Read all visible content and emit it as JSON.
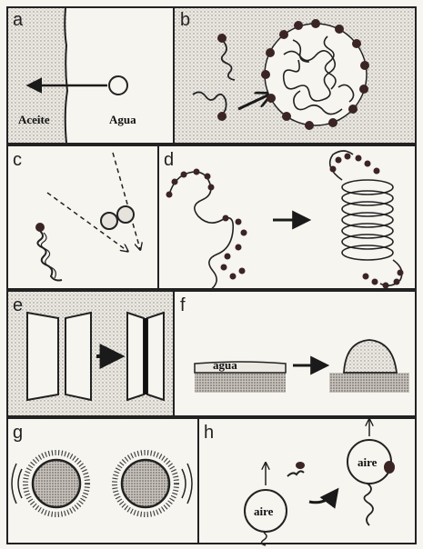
{
  "panels": [
    {
      "id": "a",
      "label": "a",
      "texts": {
        "left": "Aceite",
        "right": "Agua"
      }
    },
    {
      "id": "b",
      "label": "b"
    },
    {
      "id": "c",
      "label": "c"
    },
    {
      "id": "d",
      "label": "d"
    },
    {
      "id": "e",
      "label": "e"
    },
    {
      "id": "f",
      "label": "f",
      "texts": {
        "water": "agua"
      }
    },
    {
      "id": "g",
      "label": "g"
    },
    {
      "id": "h",
      "label": "h",
      "texts": {
        "air_bottom": "aire",
        "air_top": "aire"
      }
    }
  ],
  "colors": {
    "ink": "#1a1a1a",
    "dark_head": "#3a2424",
    "stipple_bg": "#d9d6d0",
    "paper": "#f7f5f0"
  }
}
